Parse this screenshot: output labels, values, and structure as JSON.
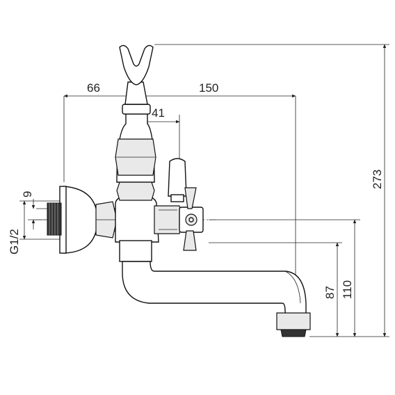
{
  "dimensions": {
    "d66": "66",
    "d150": "150",
    "d41": "41",
    "d273": "273",
    "d9": "9",
    "thread": "G1/2",
    "d87": "87",
    "d110": "110"
  }
}
